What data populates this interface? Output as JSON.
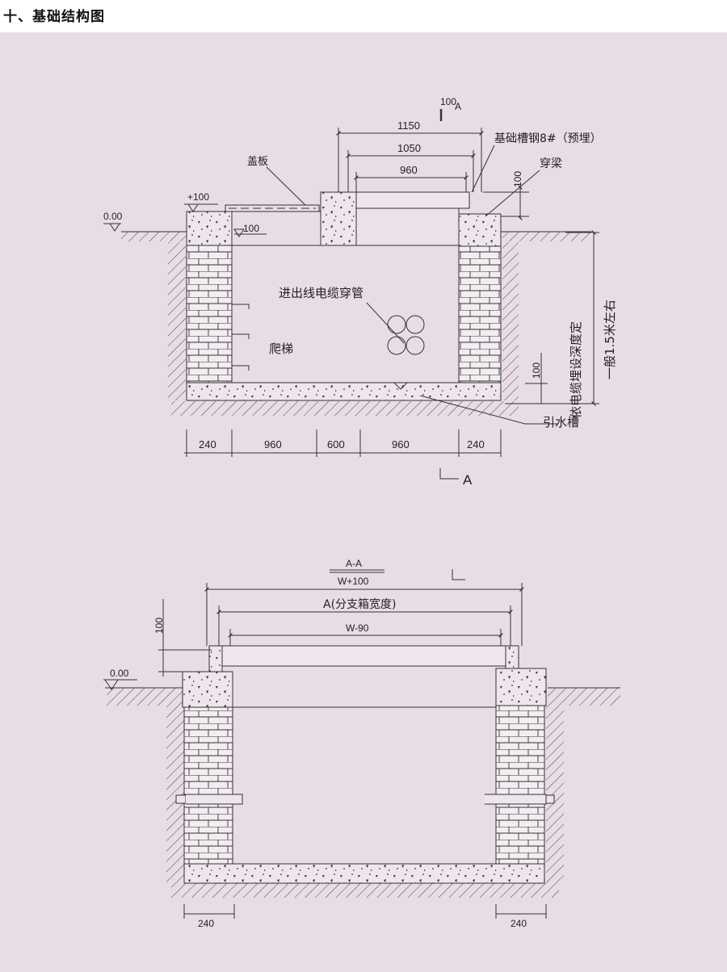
{
  "title": "十、基础结构图",
  "plan": {
    "section_mark_top": "100",
    "section_letter_top": "A",
    "section_letter_bottom": "A",
    "dim_1150": "1150",
    "dim_1050": "1050",
    "dim_960": "960",
    "dim_100_right": "100",
    "dim_100_lower": "100",
    "level_zero": "0.00",
    "level_plus": "+100",
    "level_minus": "-100",
    "label_cover": "盖板",
    "label_channel_steel": "基础槽钢8#（预埋）",
    "label_beam": "穿梁",
    "label_cable_pipe": "进出线电缆穿管",
    "label_ladder": "爬梯",
    "label_drain": "引水槽",
    "label_depth_1": "依电缆埋设深度定",
    "label_depth_2": "一般1.5米左右",
    "bottom_dims": [
      "240",
      "960",
      "600",
      "960",
      "240"
    ]
  },
  "section": {
    "title": "A-A",
    "dim_outer": "W+100",
    "dim_mid": "A(分支箱宽度)",
    "dim_inner": "W-90",
    "dim_100": "100",
    "level_zero": "0.00",
    "dim_left": "240",
    "dim_right": "240"
  },
  "colors": {
    "background": "#e8dde6",
    "line": "#333333",
    "header_bg": "#ffffff"
  }
}
